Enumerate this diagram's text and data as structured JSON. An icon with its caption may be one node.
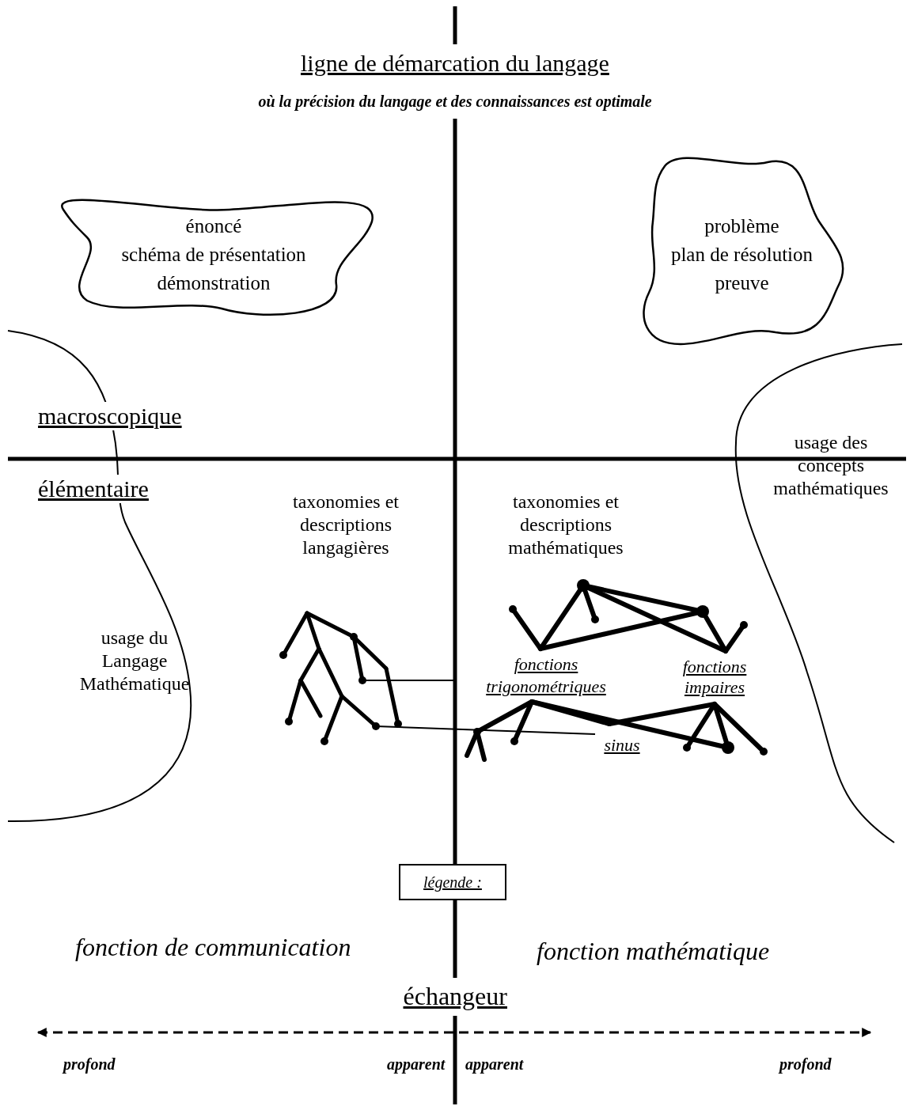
{
  "diagram": {
    "nodes": [
      {
        "text": [
          "énoncé",
          "schéma de présentation",
          "démonstration"
        ]
      },
      {
        "text": [
          "problème",
          "plan de résolution",
          "preuve"
        ]
      },
      {
        "text": [],
        "shape": "picture"
      },
      {
        "text": [
          "fonctions trigonométriques"
        ]
      },
      {
        "text": [
          "sinus"
        ]
      },
      {
        "text": [
          "légende :"
        ]
      }
    ],
    "edges": [
      {
        "from": 3,
        "to": 2,
        "arrow": "none"
      },
      {
        "from": 4,
        "to": 2,
        "arrow": "none"
      }
    ],
    "labels": [
      "ligne de démarcation du langage",
      "où la précision du langage et des connaissances est optimale",
      "macroscopique",
      "usage des concepts mathématiques",
      "élémentaire",
      "taxonomies et descriptions langagières",
      "taxonomies et descriptions mathématiques",
      "usage du Langage Mathématique",
      "fonctions impaires",
      "fonction de communication",
      "fonction mathématique",
      "échangeur",
      "profond",
      "apparent",
      "apparent",
      "profond"
    ]
  }
}
